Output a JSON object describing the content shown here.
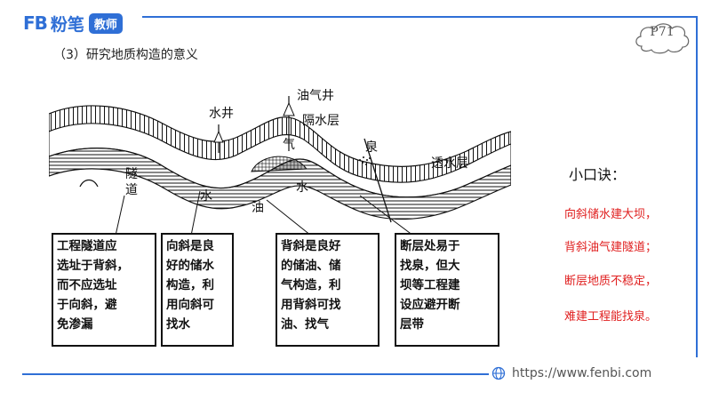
{
  "brand": {
    "mark": "FB",
    "name": "粉笔",
    "badge": "教师"
  },
  "subtitle": "（3）研究地质构造的意义",
  "page_number": "P71",
  "diagram": {
    "labels": {
      "oil_well": "油气井",
      "water_well": "水井",
      "aquiclude": "隔水层",
      "spring": "泉",
      "permeable_layer": "透水层",
      "tunnel": "隧道",
      "water_left": "水",
      "water_right": "水",
      "oil": "油",
      "gas": "气"
    },
    "boxes": [
      {
        "text": "工程隧道应\n选址于背斜，\n而不应选址\n于向斜，避\n免渗漏"
      },
      {
        "text": "向斜是良\n好的储水\n构造，利\n用向斜可\n找水"
      },
      {
        "text": "背斜是良好\n的储油、储\n气构造，利\n用背斜可找\n油、找气"
      },
      {
        "text": "断层处易于\n找泉，但大\n坝等工程建\n设应避开断\n层带"
      }
    ]
  },
  "mnemonic": {
    "title": "小口诀：",
    "lines": [
      "向斜储水建大坝，",
      "背斜油气建隧道；",
      "断层地质不稳定，",
      "难建工程能找泉。"
    ],
    "color": "#e02020"
  },
  "footer": {
    "url": "https://www.fenbi.com",
    "icon": "globe-icon"
  },
  "colors": {
    "brand_blue": "#2f6fd6"
  }
}
